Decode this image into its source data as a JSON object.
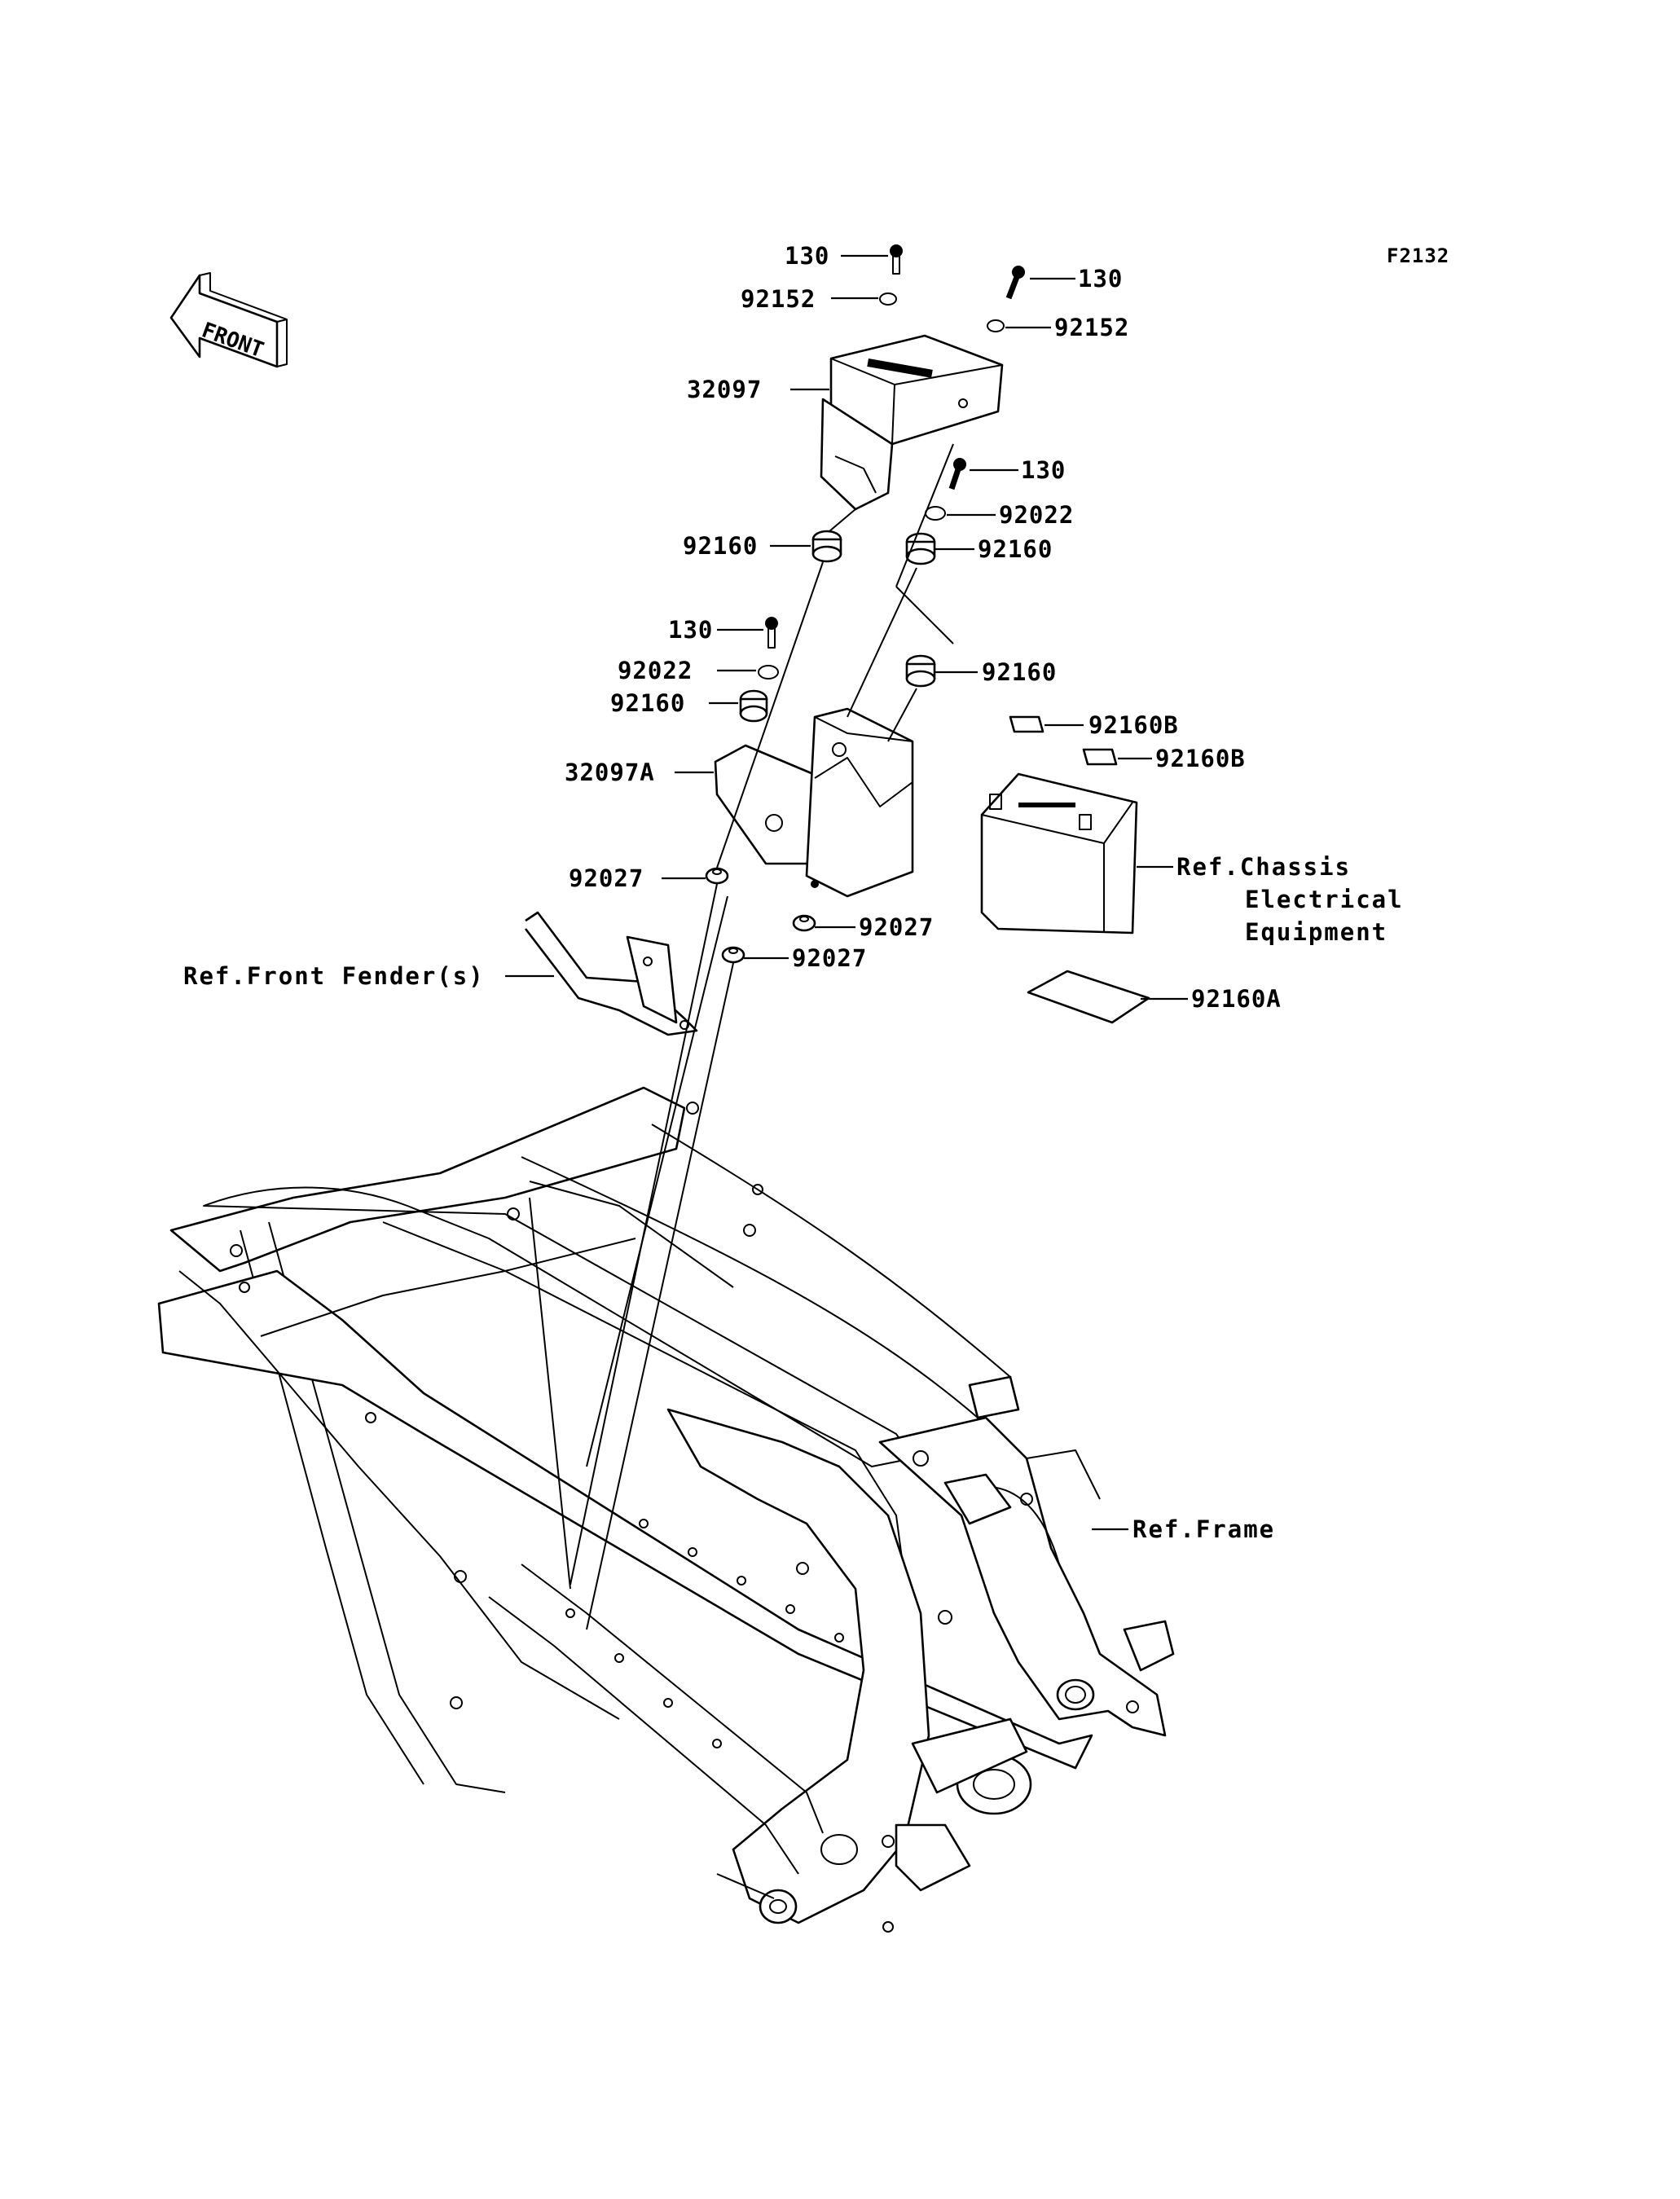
{
  "figure_code": "F2132",
  "front_arrow_label": "FRONT",
  "labels": {
    "bolt_130_a": "130",
    "bolt_130_b": "130",
    "bolt_130_c": "130",
    "bolt_130_d": "130",
    "washer_92152_a": "92152",
    "washer_92152_b": "92152",
    "cover_32097": "32097",
    "washer_92022_a": "92022",
    "washer_92022_b": "92022",
    "damper_92160_a": "92160",
    "damper_92160_b": "92160",
    "damper_92160_c": "92160",
    "damper_92160_d": "92160",
    "case_32097A": "32097A",
    "damper_92160B_a": "92160B",
    "damper_92160B_b": "92160B",
    "damper_92160A": "92160A",
    "collar_92027_a": "92027",
    "collar_92027_b": "92027",
    "collar_92027_c": "92027",
    "ref_chassis_line1": "Ref.Chassis",
    "ref_chassis_line2": "Electrical",
    "ref_chassis_line3": "Equipment",
    "ref_front_fender": "Ref.Front Fender(s)",
    "ref_frame": "Ref.Frame"
  }
}
